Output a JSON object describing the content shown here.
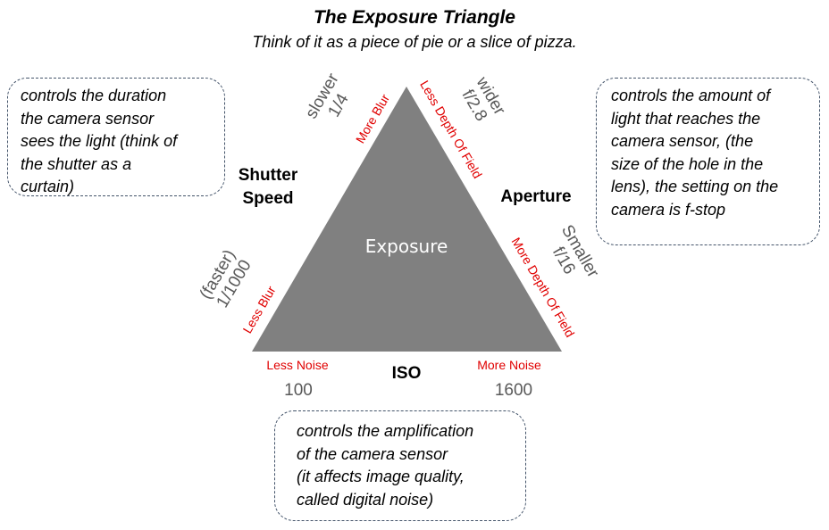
{
  "title": "The Exposure Triangle",
  "subtitle": "Think of it as a piece of pie or a slice of pizza.",
  "colors": {
    "triangle": "#808080",
    "red_label": "#e00000",
    "gray_label": "#595959",
    "box_border": "#44546a"
  },
  "center_label": "Exposure",
  "shutter": {
    "title_lines": [
      "Shutter",
      "Speed"
    ],
    "top_red": "More Blur",
    "top_gray": [
      "slower",
      "1/4"
    ],
    "bottom_red": "Less Blur",
    "bottom_gray": [
      "(faster)",
      "1/1000"
    ],
    "description": [
      "controls the duration",
      "the camera sensor",
      "sees the light (think of",
      "the shutter as a",
      "curtain)"
    ]
  },
  "aperture": {
    "title": "Aperture",
    "top_red": "Less Depth Of Field",
    "top_gray": [
      "wider",
      "f/2.8"
    ],
    "bottom_red": "More Depth Of Field",
    "bottom_gray": [
      "Smaller",
      "f/16"
    ],
    "description": [
      "controls the amount of",
      "light that reaches the",
      "camera sensor, (the",
      "size of the hole in the",
      "lens), the setting on the",
      "camera is f-stop"
    ]
  },
  "iso": {
    "title": "ISO",
    "left_red": "Less Noise",
    "right_red": "More Noise",
    "left_value": "100",
    "right_value": "1600",
    "description": [
      "controls the amplification",
      "of the camera sensor",
      "(it affects image quality,",
      "called digital noise)"
    ]
  }
}
